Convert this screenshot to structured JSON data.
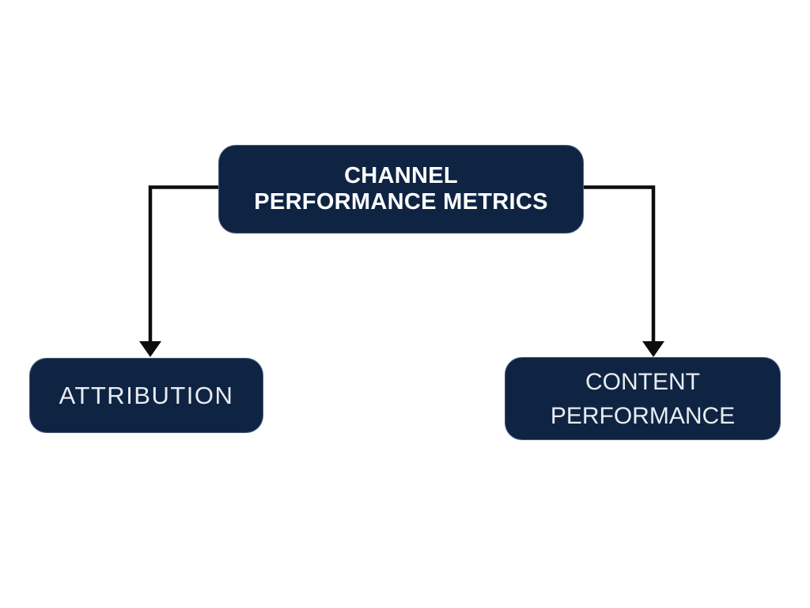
{
  "theme": {
    "background": "#ffffff",
    "node_fill": "#0F2443",
    "node_border": "rgba(150,165,195,0.45)",
    "connector_color": "#0d0d0d",
    "root_text_color": "#ffffff",
    "child_text_color": "#E9ECF0"
  },
  "diagram": {
    "nodes": {
      "root": {
        "lines": [
          "CHANNEL",
          "PERFORMANCE METRICS"
        ]
      },
      "attribution": {
        "label": "ATTRIBUTION"
      },
      "content_performance": {
        "lines": [
          "CONTENT",
          "PERFORMANCE"
        ]
      }
    }
  }
}
